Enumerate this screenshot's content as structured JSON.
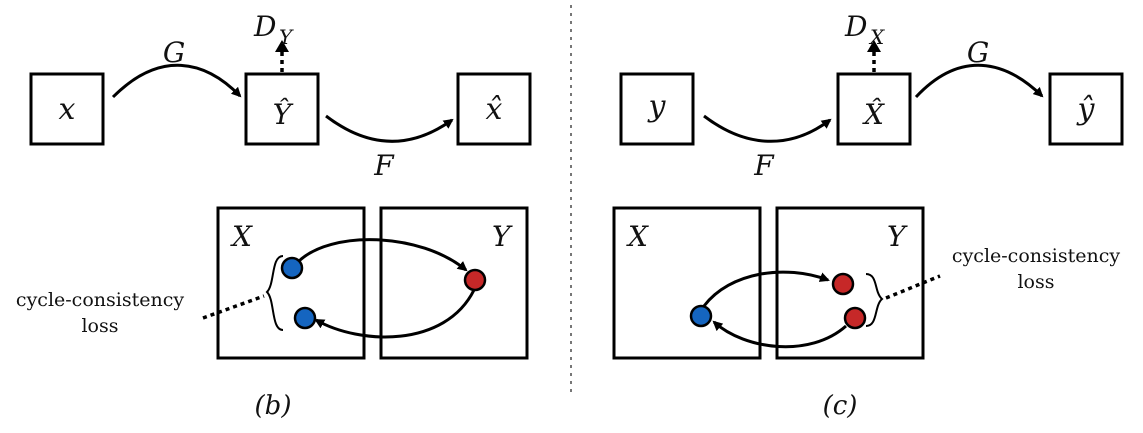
{
  "colors": {
    "blue_dot": "#1565c0",
    "red_dot": "#c62828",
    "divider": "#777777"
  },
  "panel_b": {
    "box_x": "x",
    "box_yhat": "Ŷ",
    "box_xhat": "x̂",
    "arrow_G": "G",
    "arrow_F": "F",
    "disc_main": "D",
    "disc_sub": "Y",
    "domain_X": "X",
    "domain_Y": "Y",
    "loss_line1": "cycle-consistency",
    "loss_line2": "loss",
    "caption": "(b)"
  },
  "panel_c": {
    "box_y": "y",
    "box_xhat": "X̂",
    "box_yhat": "ŷ",
    "arrow_F": "F",
    "arrow_G": "G",
    "disc_main": "D",
    "disc_sub": "X",
    "domain_X": "X",
    "domain_Y": "Y",
    "loss_line1": "cycle-consistency",
    "loss_line2": "loss",
    "caption": "(c)"
  }
}
